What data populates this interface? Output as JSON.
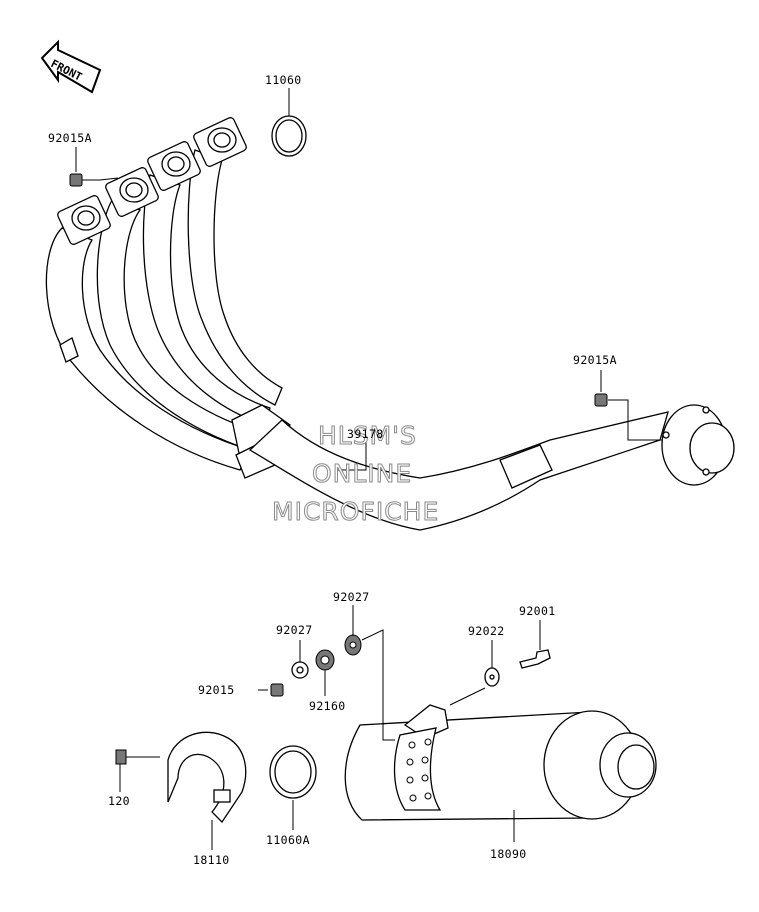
{
  "front_indicator": {
    "label": "FRONT"
  },
  "watermark": {
    "line1": "HLSM'S",
    "line2": "ONLINE",
    "line3": "MICROFICHE"
  },
  "callouts": [
    {
      "id": "c-11060",
      "part": "11060"
    },
    {
      "id": "c-92015a-top",
      "part": "92015A"
    },
    {
      "id": "c-92015a-right",
      "part": "92015A"
    },
    {
      "id": "c-39178",
      "part": "39178"
    },
    {
      "id": "c-92027-top",
      "part": "92027"
    },
    {
      "id": "c-92027-left",
      "part": "92027"
    },
    {
      "id": "c-92001",
      "part": "92001"
    },
    {
      "id": "c-92022",
      "part": "92022"
    },
    {
      "id": "c-92015",
      "part": "92015"
    },
    {
      "id": "c-92160",
      "part": "92160"
    },
    {
      "id": "c-120",
      "part": "120"
    },
    {
      "id": "c-18110",
      "part": "18110"
    },
    {
      "id": "c-11060a",
      "part": "11060A"
    },
    {
      "id": "c-18090",
      "part": "18090"
    }
  ]
}
